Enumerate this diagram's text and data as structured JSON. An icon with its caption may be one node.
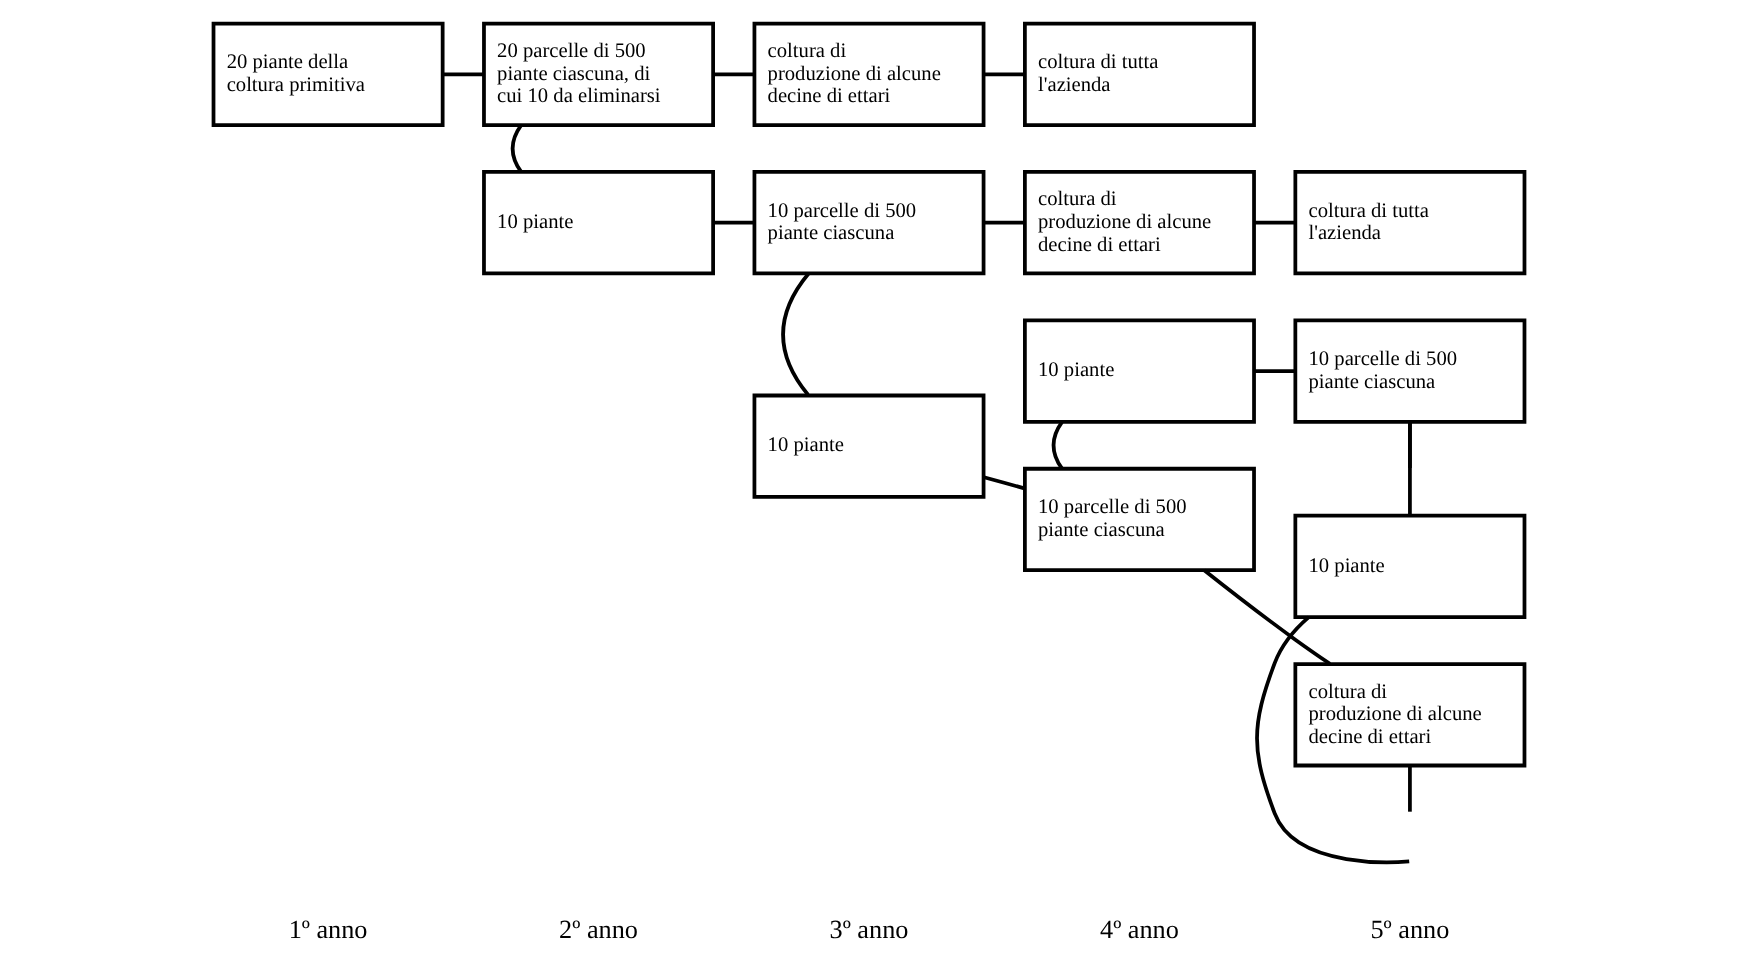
{
  "diagram": {
    "nodes": [
      {
        "text": [
          "20 piante della coltura primitiva"
        ]
      },
      {
        "text": [
          "20 parcelle di 500 piante ciascuna, di cui 10 da eliminarsi"
        ]
      },
      {
        "text": [
          "coltura di produzione di alcune decine di ettari"
        ]
      },
      {
        "text": [
          "coltura di tutta l'azienda"
        ]
      },
      {
        "text": [
          "10 piante"
        ]
      },
      {
        "text": [
          "10 parcelle di 500 piante ciascuna"
        ]
      },
      {
        "text": [
          "coltura di produzione di alcune decine di ettari"
        ]
      },
      {
        "text": [
          "coltura di tutta l'azienda"
        ]
      },
      {
        "text": [
          "10 piante"
        ]
      },
      {
        "text": [
          "10 parcelle di 500 piante ciascuna"
        ]
      },
      {
        "text": [
          "coltura di produzione di alcune decine di ettari"
        ]
      },
      {
        "text": [
          "10 piante"
        ]
      },
      {
        "text": [
          "10 parcelle di 500 piante ciascuna"
        ]
      },
      {
        "text": [
          "10 piante"
        ]
      }
    ],
    "edges": [
      {
        "from": 0,
        "to": 1,
        "arrow": "none"
      },
      {
        "from": 1,
        "to": 2,
        "arrow": "none"
      },
      {
        "from": 2,
        "to": 3,
        "arrow": "none"
      },
      {
        "from": 1,
        "to": 4,
        "arrow": "none"
      },
      {
        "from": 4,
        "to": 5,
        "arrow": "none"
      },
      {
        "from": 5,
        "to": 6,
        "arrow": "none"
      },
      {
        "from": 6,
        "to": 7,
        "arrow": "none"
      },
      {
        "from": 5,
        "to": 8,
        "arrow": "none"
      },
      {
        "from": 8,
        "to": 9,
        "arrow": "none"
      },
      {
        "from": 9,
        "to": 10,
        "arrow": "none"
      },
      {
        "from": 10,
        "to": null,
        "arrow": "none"
      },
      {
        "from": 9,
        "to": 11,
        "arrow": "none"
      },
      {
        "from": 11,
        "to": 12,
        "arrow": "none"
      },
      {
        "from": 12,
        "to": null,
        "arrow": "none"
      },
      {
        "from": 12,
        "to": 13,
        "arrow": "none"
      },
      {
        "from": 13,
        "to": null,
        "arrow": "none"
      }
    ],
    "labels": [
      "1º anno",
      "2º anno",
      "3º anno",
      "4º anno",
      "5º anno"
    ]
  }
}
